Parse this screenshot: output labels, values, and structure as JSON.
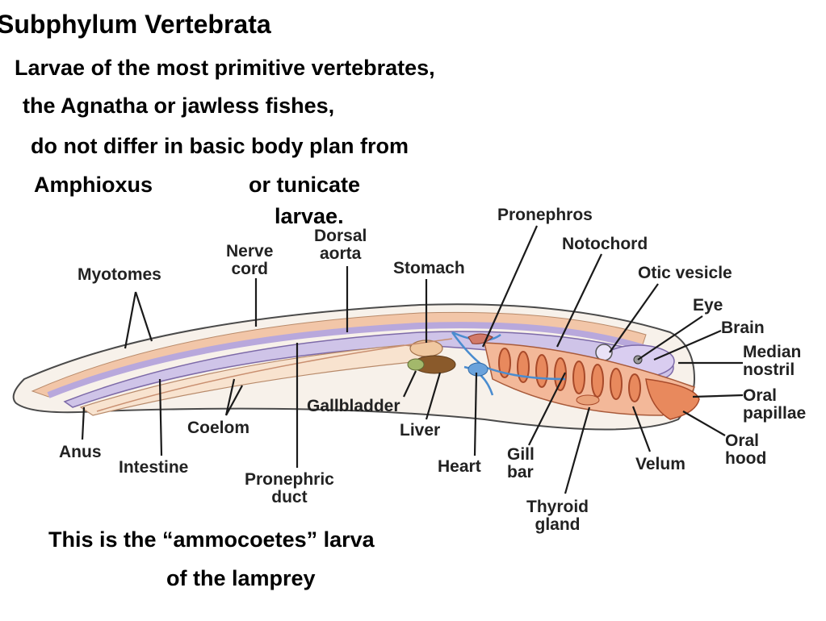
{
  "slide": {
    "title": "Subphylum Vertebrata",
    "lines": [
      "Larvae of the most primitive vertebrates,",
      "the Agnatha or jawless fishes,",
      "do not differ in basic body plan from",
      "Amphioxus",
      "or tunicate",
      "larvae."
    ],
    "caption": [
      "This is the “ammocoetes” larva",
      "of the lamprey"
    ]
  },
  "diagram": {
    "labels": {
      "myotomes": "Myotomes",
      "nerve_cord": "Nerve\ncord",
      "dorsal_aorta": "Dorsal\naorta",
      "stomach": "Stomach",
      "pronephros": "Pronephros",
      "notochord": "Notochord",
      "otic_vesicle": "Otic vesicle",
      "eye": "Eye",
      "brain": "Brain",
      "median_nostril": "Median\nnostril",
      "oral_papillae": "Oral\npapillae",
      "oral_hood": "Oral\nhood",
      "velum": "Velum",
      "thyroid_gland": "Thyroid\ngland",
      "gill_bar": "Gill\nbar",
      "heart": "Heart",
      "liver": "Liver",
      "gallbladder": "Gallbladder",
      "pronephric_duct": "Pronephric\nduct",
      "coelom": "Coelom",
      "intestine": "Intestine",
      "anus": "Anus"
    },
    "colors": {
      "body_outline": "#4a4a4a",
      "muscle": "#f2c6a8",
      "gill_orange": "#e8895d",
      "notochord_lavender": "#cfc4e8",
      "nerve_cord": "#b8a8dc",
      "dorsal_aorta_red": "#c0392b",
      "vessels_blue": "#4a8ccf",
      "liver_brown": "#8a5a2b",
      "gallbladder_green": "#a3b86b",
      "gut": "#f8e3cf"
    }
  }
}
